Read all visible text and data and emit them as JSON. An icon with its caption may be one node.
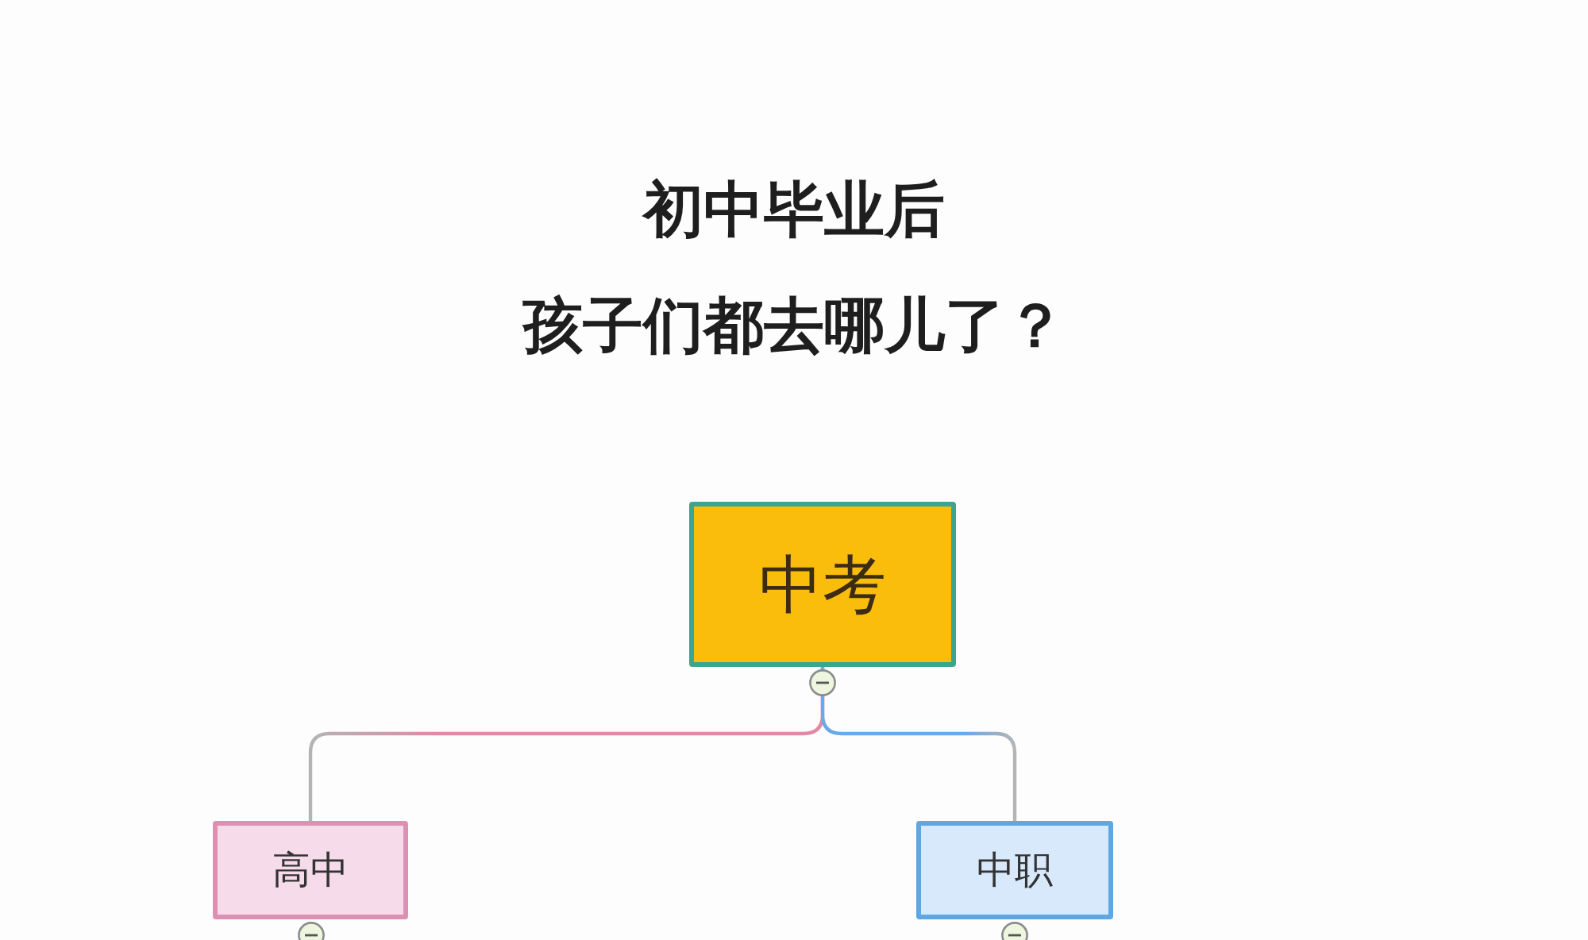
{
  "diagram": {
    "title": "初中毕业后孩子们都去哪儿了？",
    "nodes": [
      {
        "text": [
          "中考"
        ]
      },
      {
        "text": [
          "高中"
        ]
      },
      {
        "text": [
          "中职"
        ]
      }
    ],
    "edges": [
      {
        "from": 0,
        "to": 1,
        "arrow": "none",
        "color": "#e08aa6"
      },
      {
        "from": 0,
        "to": 2,
        "arrow": "none",
        "color": "#6aaae6"
      }
    ]
  }
}
